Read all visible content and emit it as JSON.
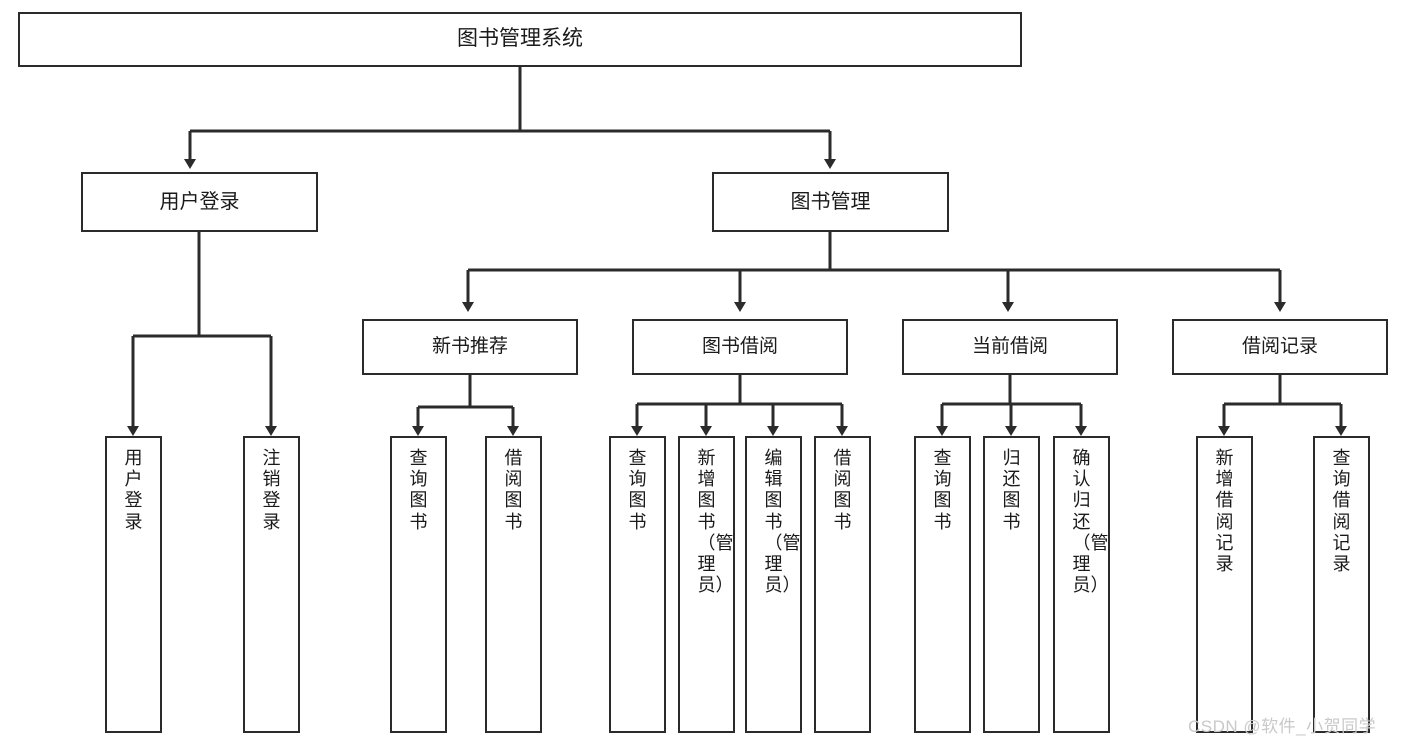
{
  "diagram": {
    "title": "图书管理系统",
    "type": "tree-hierarchy",
    "colors": {
      "box_border": "#2b2b2b",
      "box_fill": "#ffffff",
      "line": "#2b2b2b",
      "text": "#1a1a1a",
      "watermark": "#c9c9c9",
      "background": "#ffffff"
    }
  },
  "root": {
    "label": "图书管理系统"
  },
  "level1": [
    {
      "label": "用户登录"
    },
    {
      "label": "图书管理"
    }
  ],
  "level2": [
    {
      "label": "新书推荐"
    },
    {
      "label": "图书借阅"
    },
    {
      "label": "当前借阅"
    },
    {
      "label": "借阅记录"
    }
  ],
  "leaves": {
    "user_login": [
      {
        "label": "用户登录"
      },
      {
        "label": "注销登录"
      }
    ],
    "new_book_recommend": [
      {
        "label": "查询图书"
      },
      {
        "label": "借阅图书"
      }
    ],
    "book_borrow": [
      {
        "label": "查询图书"
      },
      {
        "label": "新增图书（管理员）"
      },
      {
        "label": "编辑图书（管理员）"
      },
      {
        "label": "借阅图书"
      }
    ],
    "current_borrow": [
      {
        "label": "查询图书"
      },
      {
        "label": "归还图书"
      },
      {
        "label": "确认归还（管理员）"
      }
    ],
    "borrow_record": [
      {
        "label": "新增借阅记录"
      },
      {
        "label": "查询借阅记录"
      }
    ]
  },
  "watermark": {
    "text": "CSDN @软件_小贺同学"
  }
}
